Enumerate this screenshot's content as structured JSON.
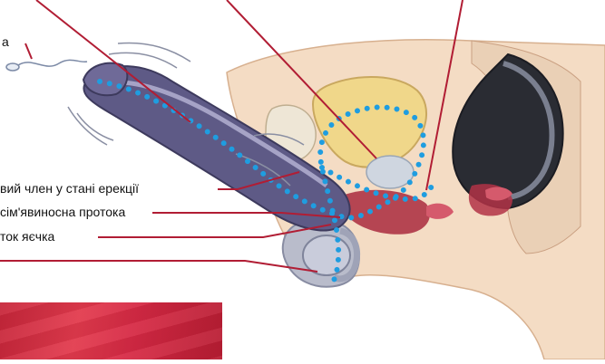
{
  "labels": {
    "top_partial": "а",
    "erect_penis": "вий член у стані ерекції",
    "vas_deferens": "сім'явиносна протока",
    "epididymis": "ток яєчка"
  },
  "colors": {
    "sperm_path": "#1f9de0",
    "skin": "#f4dcc4",
    "penis": "#5e5a86",
    "bladder": "#f0d78a",
    "rectum": "#2a2c33",
    "muscle": "#a92a3e",
    "photo": "#d62944"
  },
  "icons": [
    "sperm-icon"
  ]
}
